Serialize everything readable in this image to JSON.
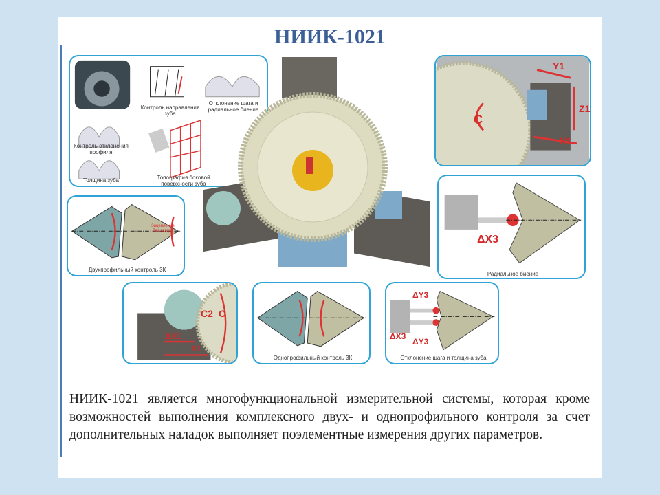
{
  "title": "НИИК-1021",
  "panels": {
    "features": {
      "direction": "Контроль направления зуба",
      "pitch": "Отклонение шага и радиальное биение",
      "profile": "Контроль отклонения профиля",
      "thickness": "Толщина зуба",
      "topography": "Топография боковой поверхности зуба"
    },
    "axes": {
      "y": "Y1",
      "z": "Z1",
      "x": "X1",
      "c": "C"
    },
    "double_flank": {
      "caption": "Двухпрофильный контроль 3К",
      "note": "Зацепление без зазора"
    },
    "runout": {
      "caption": "Радиальное биение",
      "label": "ΔX3"
    },
    "mesh": {
      "c2": "C2",
      "c": "C",
      "dx": "ΔX1",
      "x": "X1"
    },
    "single_flank": {
      "caption": "Однопрофильный контроль 3К"
    },
    "pitch_thickness": {
      "caption": "Отклонение шага и толщина зуба",
      "dy_top": "ΔY3",
      "dy_bottom": "ΔY3",
      "dx": "ΔX3"
    }
  },
  "paragraph": "НИИК-1021 является многофункциональной измерительной системы, которая кроме возможностей выполнения комплексного двух- и однопрофильного контроля за счет дополнительных наладок выполняет поэлементные измерения других параметров."
}
